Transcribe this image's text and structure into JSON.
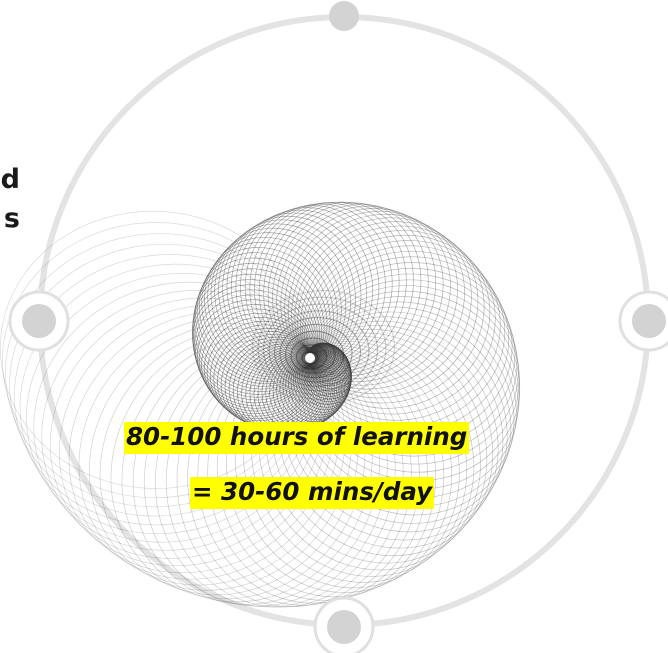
{
  "left_text": {
    "line1": "d",
    "line2": "s"
  },
  "callout": {
    "line1": "80-100 hours of learning",
    "line2": "= 30-60 mins/day",
    "highlight_color": "#ffff00"
  },
  "ring": {
    "color": "#e3e3e3",
    "node_color": "#d3d3d3",
    "node_count": 4
  },
  "artwork": {
    "name": "spiral-line-art",
    "color": "#3a3a3a"
  }
}
